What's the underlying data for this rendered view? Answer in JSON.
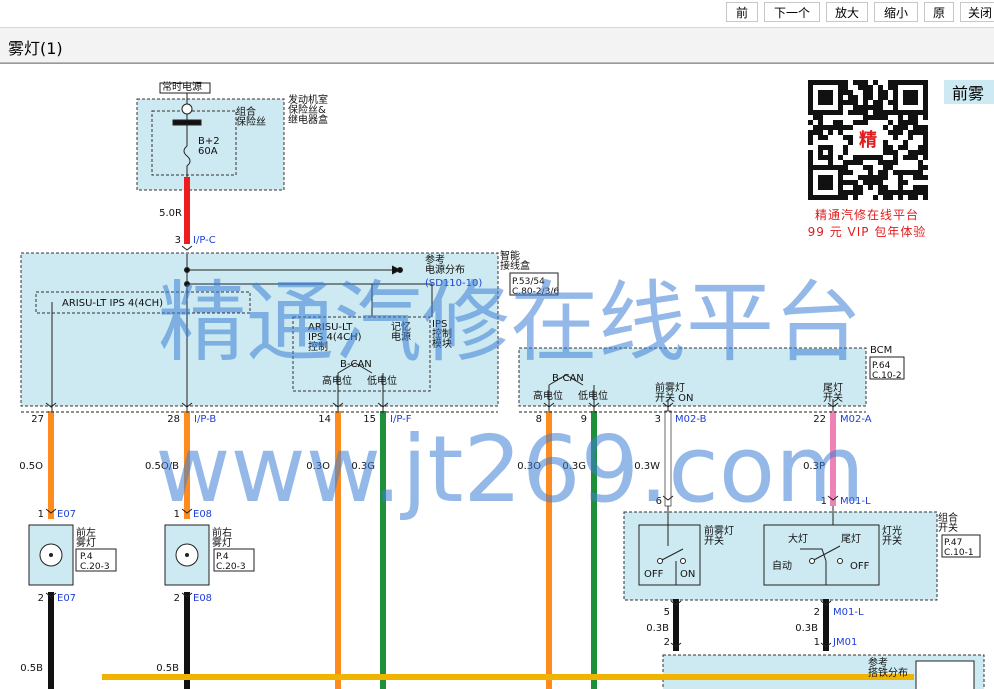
{
  "toolbar": {
    "prev": "前",
    "next": "下一个",
    "zoom_in": "放大",
    "zoom_out": "缩小",
    "original": "原",
    "close": "关闭"
  },
  "page": {
    "title": "雾灯(1)"
  },
  "tab_label": "前雾",
  "promo": {
    "qr_center": "精",
    "line1": "精通汽修在线平台",
    "line2": "99 元 VIP 包年体验"
  },
  "watermark": {
    "line1": "精通汽修在线平台",
    "line2": "www.jt269.com"
  },
  "colors": {
    "red": "#ee1c1c",
    "orange": "#ff8a1e",
    "green": "#1f8f3a",
    "black": "#111111",
    "pink": "#ee82b6",
    "white_wire": "#ffffff",
    "yellow": "#f0b400",
    "module_fill": "#cde9f1",
    "ref_blue": "#1e3fd6"
  },
  "diagram": {
    "power_label": "常时电源",
    "fusebox": {
      "name": "组合\n保险丝",
      "location": "发动机室\n保险丝&\n继电器盒",
      "fuse": "B+2\n60A"
    },
    "wire_50r": "5.0R",
    "sjb": {
      "pin": "3",
      "conn": "I/P-C",
      "name": "智能\n接线盒",
      "ref": "P.53/54\nC.80-2/3/6",
      "ref_power": "参考\n电源分布",
      "ref_power_code": "(SD110-10)",
      "ips_left": "ARISU-LT IPS 4(4CH)",
      "ips_inner": "ARISU-LT\nIPS 4(4CH)\n控制",
      "memory": "记忆\n电源",
      "ips_ctrl": "IPS\n控制\n模块",
      "bcan": "B-CAN",
      "high": "高电位",
      "low": "低电位"
    },
    "bcm": {
      "name": "BCM",
      "ref": "P.64\nC.10-2",
      "bcan": "B-CAN",
      "high": "高电位",
      "low": "低电位",
      "fog_sw": "前雾灯\n开关 ON",
      "tail_sw": "尾灯\n开关"
    },
    "pins": [
      {
        "pin": "27",
        "conn": "",
        "wire": "0.5O"
      },
      {
        "pin": "28",
        "conn": "I/P-B",
        "wire": "0.5O/B"
      },
      {
        "pin": "14",
        "conn": "",
        "wire": "0.3O"
      },
      {
        "pin": "15",
        "conn": "I/P-F",
        "wire": "0.3G"
      },
      {
        "pin": "8",
        "conn": "",
        "wire": "0.3O"
      },
      {
        "pin": "9",
        "conn": "",
        "wire": "0.3G"
      },
      {
        "pin": "3",
        "conn": "M02-B",
        "wire": "0.3W"
      },
      {
        "pin": "22",
        "conn": "M02-A",
        "wire": "0.3P"
      }
    ],
    "lamp_left": {
      "name": "前左\n雾灯",
      "ref": "P.4\nC.20-3",
      "pin_top": "1",
      "conn_top": "E07",
      "pin_bot": "2",
      "conn_bot": "E07",
      "wire": "0.5B"
    },
    "lamp_right": {
      "name": "前右\n雾灯",
      "ref": "P.4\nC.20-3",
      "pin_top": "1",
      "conn_top": "E08",
      "pin_bot": "2",
      "conn_bot": "E08",
      "wire": "0.5B"
    },
    "combo": {
      "name": "组合\n开关",
      "ref": "P.47\nC.10-1",
      "fog_sw": "前雾灯\n开关",
      "light_sw": "灯光\n开关",
      "head": "大灯",
      "tail": "尾灯",
      "auto": "自动",
      "off": "OFF",
      "on": "ON",
      "pin6": "6",
      "pin1": "1",
      "conn_m01l": "M01-L",
      "pin5": "5",
      "pin2": "2",
      "wire03b": "0.3B",
      "pin_jm": "1",
      "conn_jm": "JM01"
    },
    "bottom_ref": "参考\n搭铁分布"
  }
}
